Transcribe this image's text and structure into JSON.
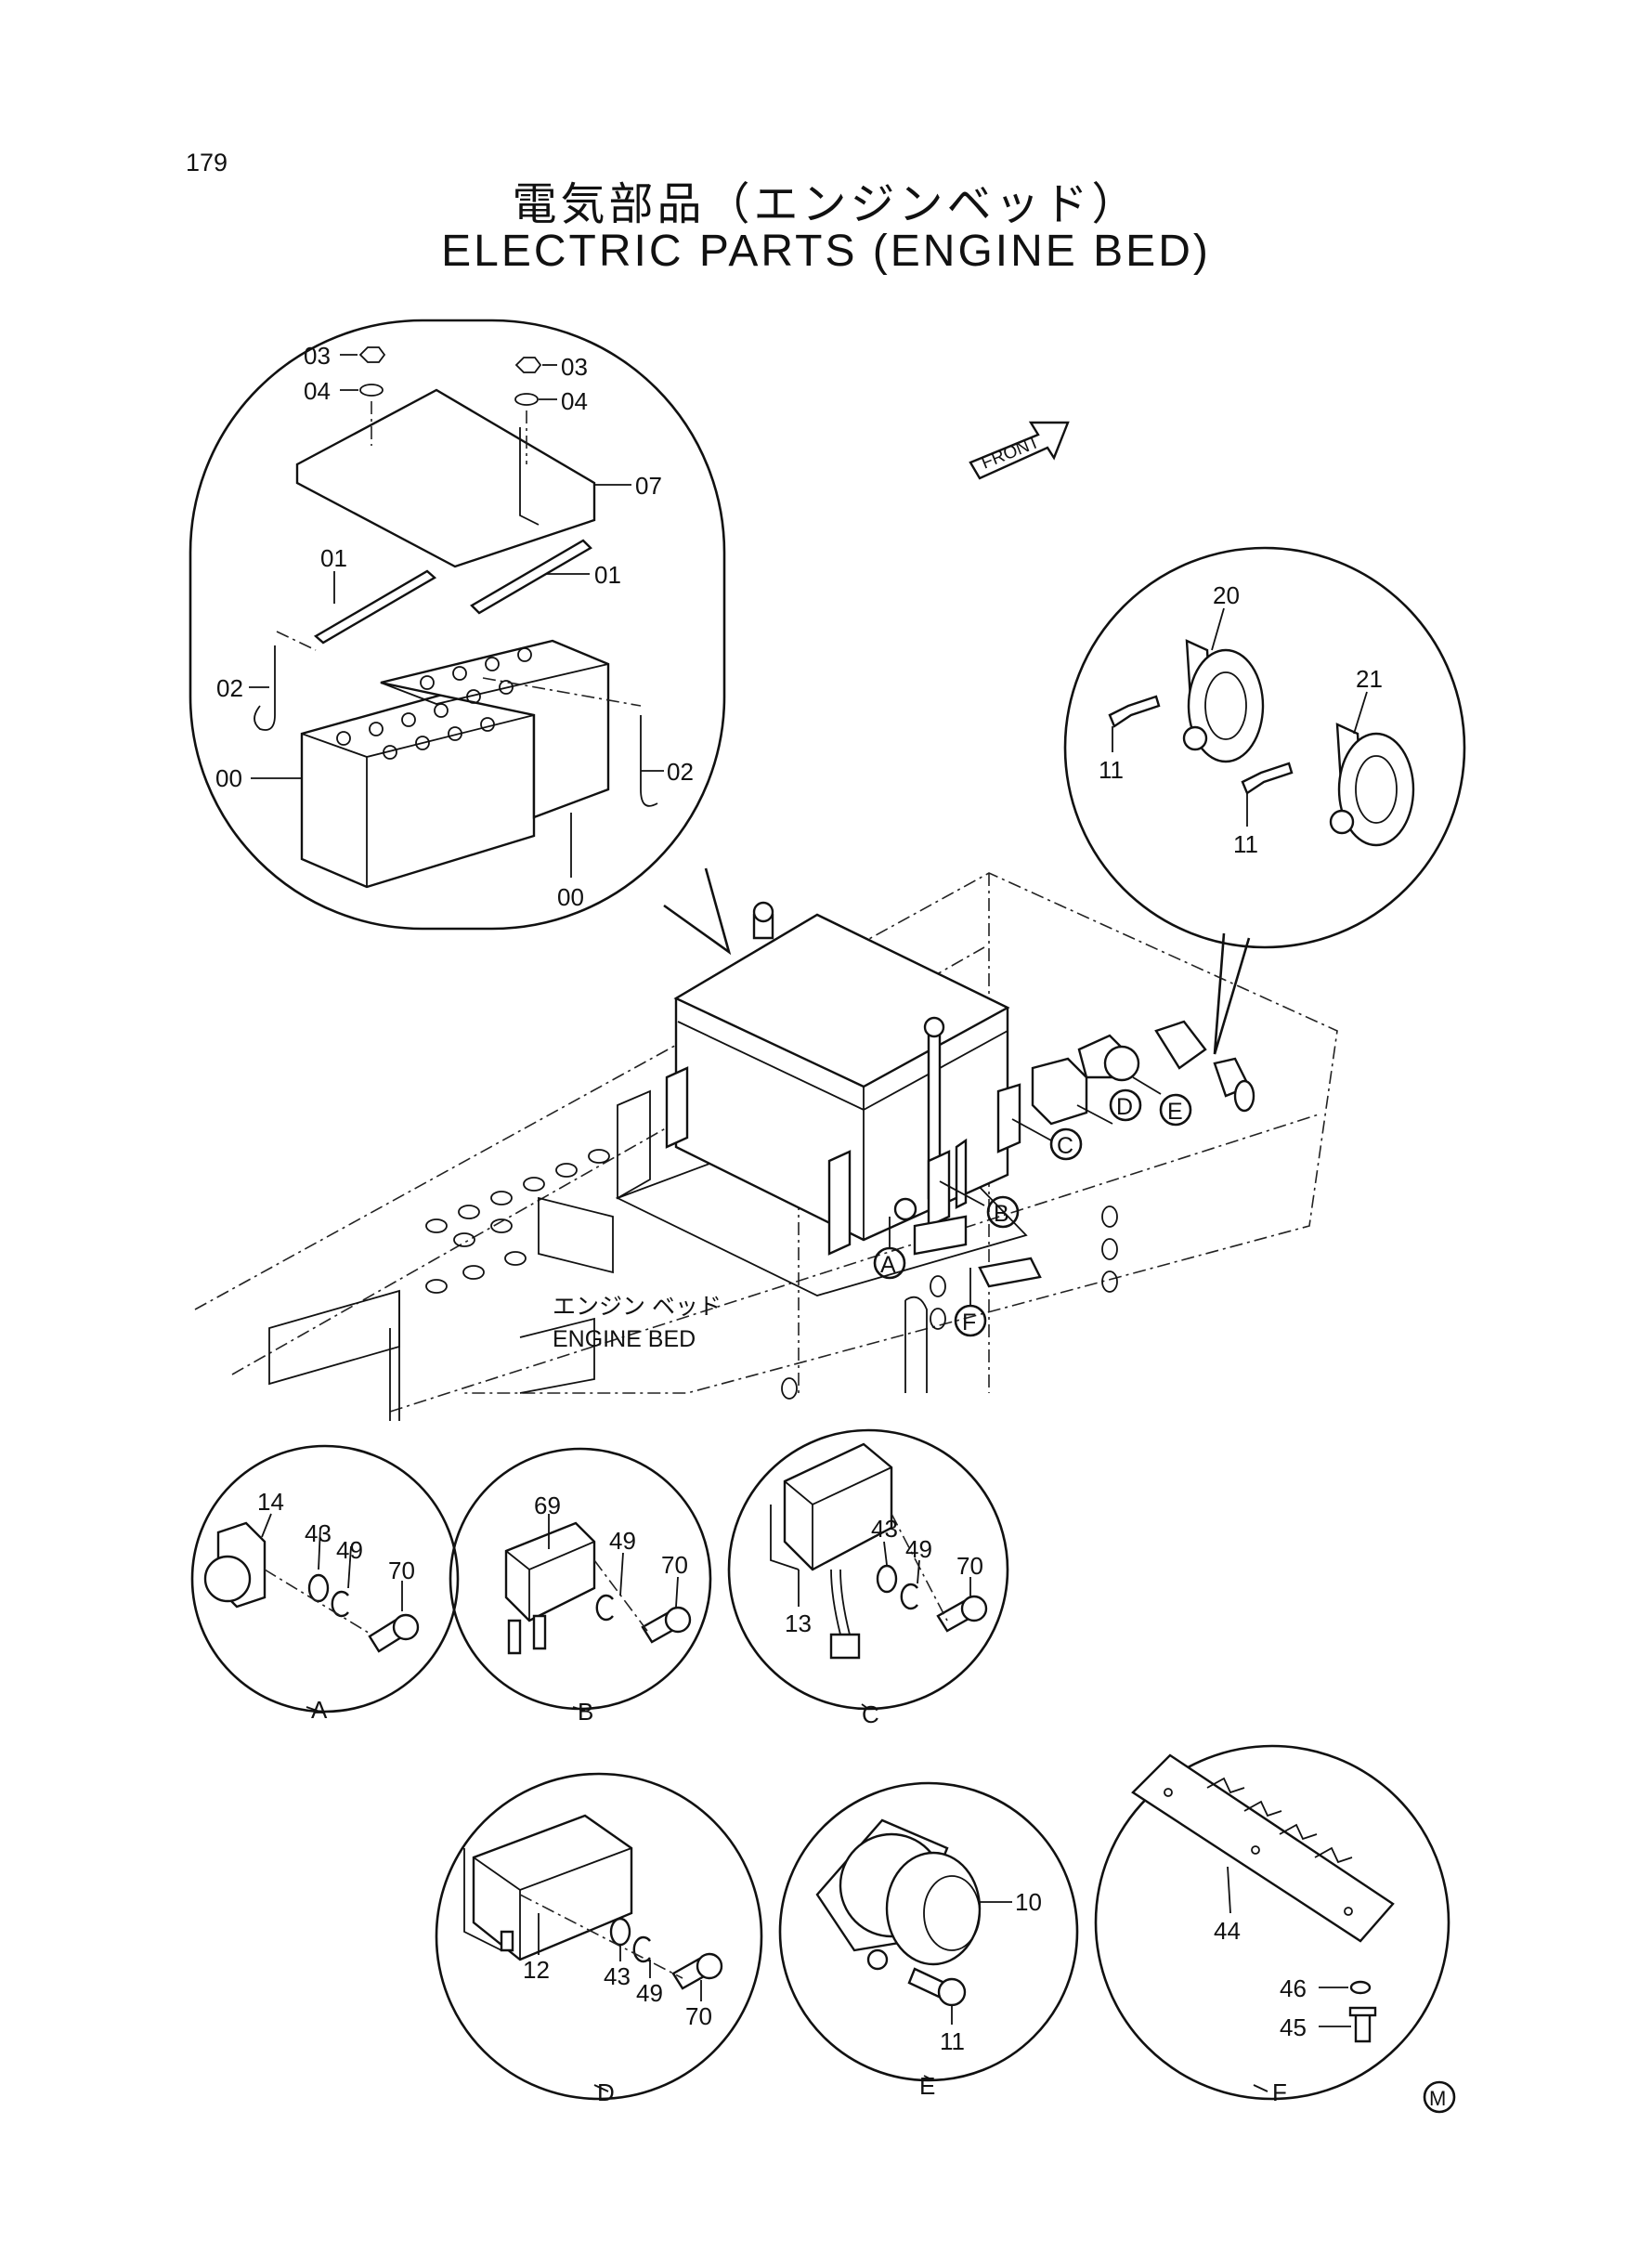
{
  "page": {
    "number": "179",
    "title_jp": "電気部品（エンジンベッド）",
    "title_en": "ELECTRIC PARTS (ENGINE BED)",
    "front_label": "FRONT",
    "engine_bed_jp": "エンジン ベッド",
    "engine_bed_en": "ENGINE BED",
    "mark": "M"
  },
  "battery_callouts": {
    "c03a": "03",
    "c04a": "04",
    "c03b": "03",
    "c04b": "04",
    "c07": "07",
    "c01a": "01",
    "c01b": "01",
    "c02a": "02",
    "c02b": "02",
    "c00a": "00",
    "c00b": "00"
  },
  "horn_callouts": {
    "c20": "20",
    "c21": "21",
    "c11a": "11",
    "c11b": "11"
  },
  "main_letters": {
    "A": "A",
    "B": "B",
    "C": "C",
    "D": "D",
    "E": "E",
    "F": "F"
  },
  "detail_A": {
    "label": "A",
    "p14": "14",
    "p43": "43",
    "p49": "49",
    "p70": "70"
  },
  "detail_B": {
    "label": "B",
    "p69": "69",
    "p49": "49",
    "p70": "70"
  },
  "detail_C": {
    "label": "C",
    "p43": "43",
    "p49": "49",
    "p70": "70",
    "p13": "13"
  },
  "detail_D": {
    "label": "D",
    "p12": "12",
    "p43": "43",
    "p49": "49",
    "p70": "70"
  },
  "detail_E": {
    "label": "E",
    "p10": "10",
    "p11": "11"
  },
  "detail_F": {
    "label": "F",
    "p44": "44",
    "p46": "46",
    "p45": "45"
  }
}
